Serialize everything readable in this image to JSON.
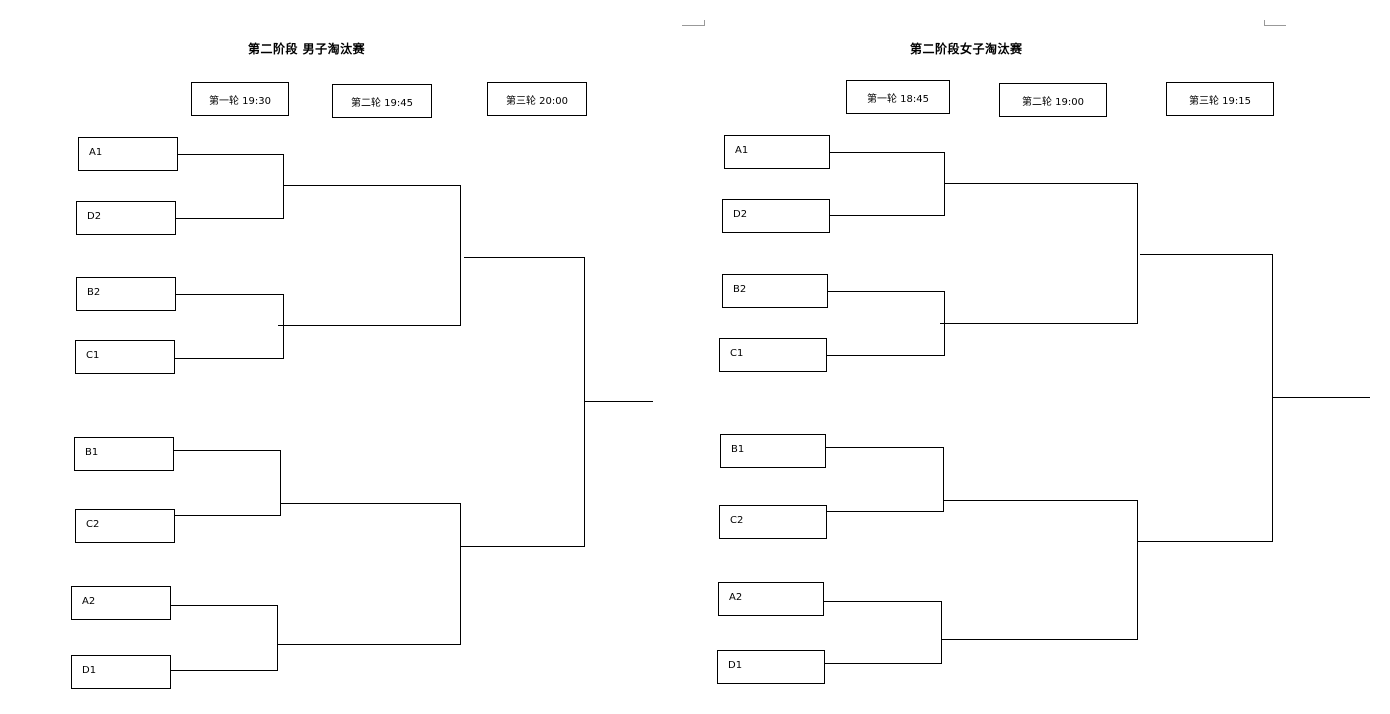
{
  "men": {
    "title": "第二阶段 男子淘汰赛",
    "rounds": [
      "第一轮 19:30",
      "第二轮 19:45",
      "第三轮 20:00"
    ],
    "teams": [
      "A1",
      "D2",
      "B2",
      "C1",
      "B1",
      "C2",
      "A2",
      "D1"
    ]
  },
  "women": {
    "title": "第二阶段女子淘汰赛",
    "rounds": [
      "第一轮 18:45",
      "第二轮 19:00",
      "第三轮 19:15"
    ],
    "teams": [
      "A1",
      "D2",
      "B2",
      "C1",
      "B1",
      "C2",
      "A2",
      "D1"
    ]
  }
}
